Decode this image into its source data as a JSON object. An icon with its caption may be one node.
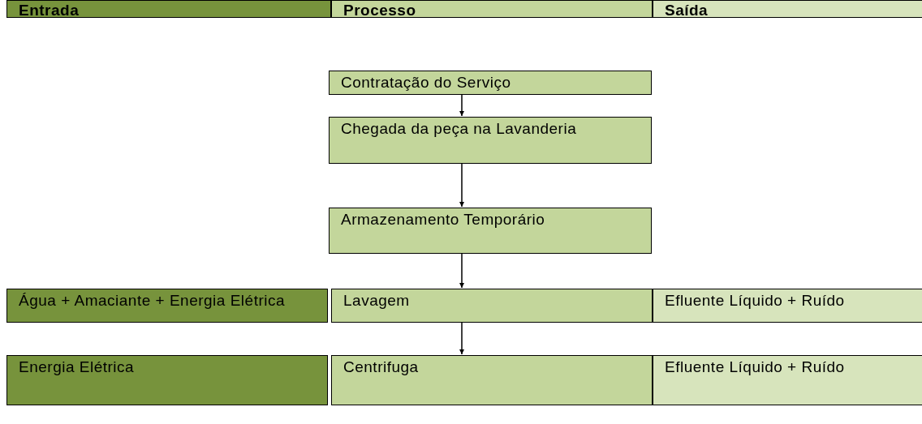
{
  "diagram": {
    "nodes": [
      {
        "text": [
          "Entrada"
        ]
      },
      {
        "text": [
          "Processo"
        ]
      },
      {
        "text": [
          "Saída"
        ]
      },
      {
        "text": [
          "Contratação do Serviço"
        ]
      },
      {
        "text": [
          "Chegada da peça na Lavanderia"
        ]
      },
      {
        "text": [
          "Armazenamento Temporário"
        ]
      },
      {
        "text": [
          "Água + Amaciante + Energia Elétrica"
        ]
      },
      {
        "text": [
          "Lavagem"
        ]
      },
      {
        "text": [
          "Efluente Líquido + Ruído"
        ]
      },
      {
        "text": [
          "Energia Elétrica"
        ]
      },
      {
        "text": [
          "Centrifuga"
        ]
      },
      {
        "text": [
          "Efluente Líquido + Ruído"
        ]
      }
    ],
    "edges": [
      {
        "from": 3,
        "to": 4,
        "arrow": "to"
      },
      {
        "from": 4,
        "to": 5,
        "arrow": "to"
      },
      {
        "from": 5,
        "to": 7,
        "arrow": "to"
      },
      {
        "from": 7,
        "to": 10,
        "arrow": "to"
      }
    ]
  }
}
